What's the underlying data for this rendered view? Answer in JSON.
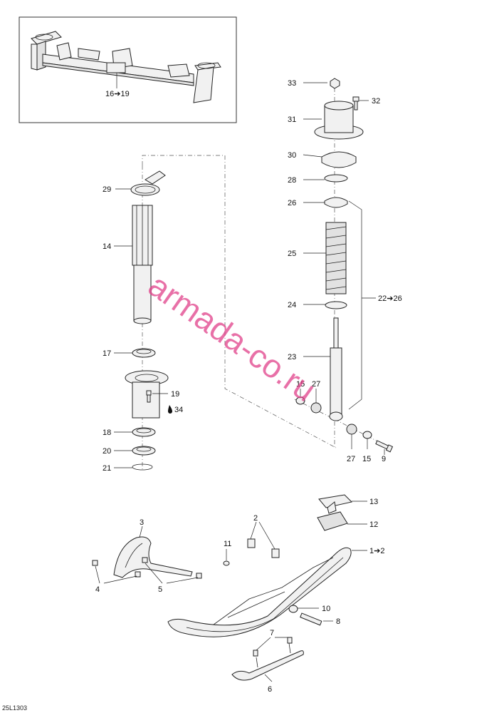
{
  "diagram_code": "25L1303",
  "watermark": "armada-co.ru",
  "callouts": {
    "c16_19": "16➔19",
    "c33": "33",
    "c32": "32",
    "c31": "31",
    "c30": "30",
    "c28": "28",
    "c26": "26",
    "c25": "25",
    "c24": "24",
    "c22_26": "22➔26",
    "c23": "23",
    "c15a": "15",
    "c27a": "27",
    "c27b": "27",
    "c15b": "15",
    "c9": "9",
    "c29": "29",
    "c14": "14",
    "c17": "17",
    "c19": "19",
    "c34": "34",
    "c18": "18",
    "c20": "20",
    "c21": "21",
    "c13": "13",
    "c12": "12",
    "c1_2": "1➔2",
    "c2": "2",
    "c3": "3",
    "c11": "11",
    "c4": "4",
    "c5": "5",
    "c10": "10",
    "c8": "8",
    "c7": "7",
    "c6": "6"
  }
}
